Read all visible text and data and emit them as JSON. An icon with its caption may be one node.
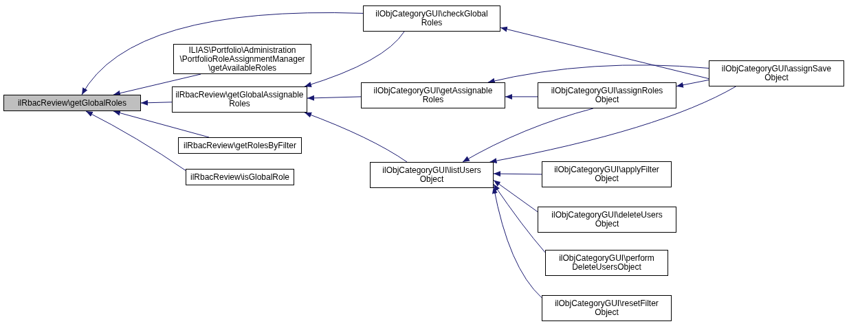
{
  "diagram": {
    "nodes": [
      {
        "text": [
          "ilRbacReview\\getGlobalRoles"
        ]
      },
      {
        "text": [
          "ilObjCategoryGUI\\checkGlobal Roles"
        ]
      },
      {
        "text": [
          "ILIAS\\Portfolio\\Administration \\PortfolioRoleAssignmentManager \\getAvailableRoles"
        ]
      },
      {
        "text": [
          "ilRbacReview\\getGlobalAssignable Roles"
        ]
      },
      {
        "text": [
          "ilRbacReview\\getRolesByFilter"
        ]
      },
      {
        "text": [
          "ilRbacReview\\isGlobalRole"
        ]
      },
      {
        "text": [
          "ilObjCategoryGUI\\getAssignable Roles"
        ]
      },
      {
        "text": [
          "ilObjCategoryGUI\\listUsers Object"
        ]
      },
      {
        "text": [
          "ilObjCategoryGUI\\assignRoles Object"
        ]
      },
      {
        "text": [
          "ilObjCategoryGUI\\assignSave Object"
        ]
      },
      {
        "text": [
          "ilObjCategoryGUI\\applyFilter Object"
        ]
      },
      {
        "text": [
          "ilObjCategoryGUI\\deleteUsers Object"
        ]
      },
      {
        "text": [
          "ilObjCategoryGUI\\perform DeleteUsersObject"
        ]
      },
      {
        "text": [
          "ilObjCategoryGUI\\resetFilter Object"
        ]
      }
    ],
    "edges": [
      {
        "from": 1,
        "to": 0,
        "arrow": "to"
      },
      {
        "from": 2,
        "to": 0,
        "arrow": "to"
      },
      {
        "from": 3,
        "to": 0,
        "arrow": "to"
      },
      {
        "from": 4,
        "to": 0,
        "arrow": "to"
      },
      {
        "from": 5,
        "to": 0,
        "arrow": "to"
      },
      {
        "from": 1,
        "to": 3,
        "arrow": "to"
      },
      {
        "from": 6,
        "to": 3,
        "arrow": "to"
      },
      {
        "from": 7,
        "to": 3,
        "arrow": "to"
      },
      {
        "from": 9,
        "to": 1,
        "arrow": "to"
      },
      {
        "from": 9,
        "to": 6,
        "arrow": "to"
      },
      {
        "from": 8,
        "to": 6,
        "arrow": "to"
      },
      {
        "from": 9,
        "to": 8,
        "arrow": "to"
      },
      {
        "from": 8,
        "to": 7,
        "arrow": "to"
      },
      {
        "from": 9,
        "to": 7,
        "arrow": "to"
      },
      {
        "from": 10,
        "to": 7,
        "arrow": "to"
      },
      {
        "from": 11,
        "to": 7,
        "arrow": "to"
      },
      {
        "from": 12,
        "to": 7,
        "arrow": "to"
      },
      {
        "from": 13,
        "to": 7,
        "arrow": "to"
      }
    ]
  }
}
